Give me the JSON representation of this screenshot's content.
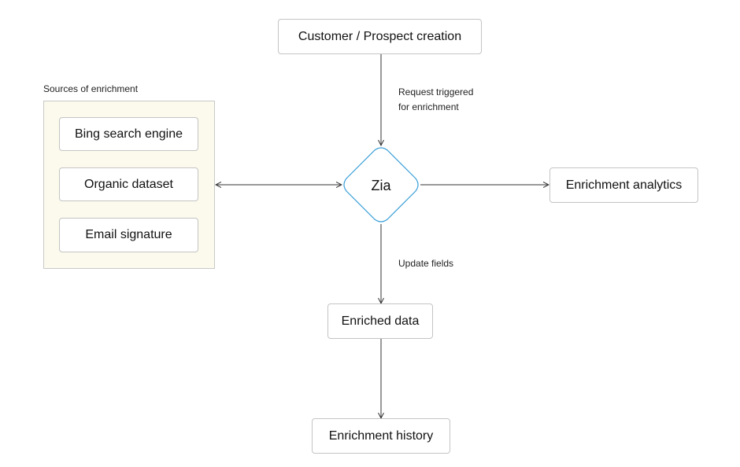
{
  "nodes": {
    "creation": "Customer / Prospect creation",
    "zia": "Zia",
    "analytics": "Enrichment analytics",
    "enriched": "Enriched data",
    "history": "Enrichment history"
  },
  "sources": {
    "title": "Sources of enrichment",
    "items": [
      {
        "label": "Bing search engine"
      },
      {
        "label": "Organic dataset"
      },
      {
        "label": "Email signature"
      }
    ]
  },
  "edges": {
    "request_line1": "Request triggered",
    "request_line2": "for enrichment",
    "update": "Update fields"
  },
  "colors": {
    "diamond_stroke": "#3a9fd8",
    "panel_fill": "#fbfaec",
    "arrow": "#333333"
  }
}
